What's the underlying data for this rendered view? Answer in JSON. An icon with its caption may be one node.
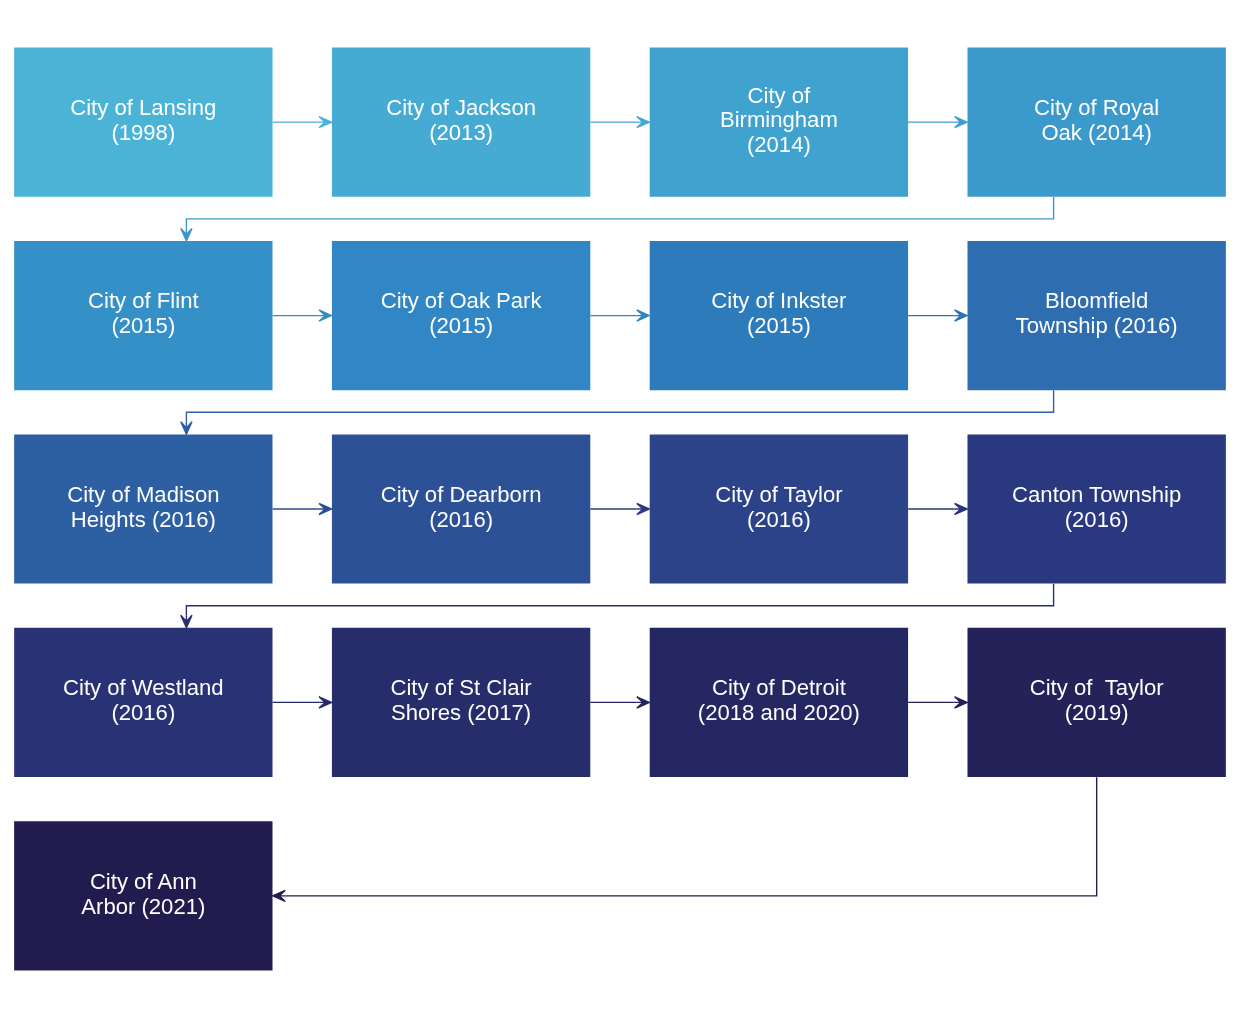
{
  "diagram": {
    "nodes": [
      {
        "text": [
          "City of Lansing (1998)"
        ]
      },
      {
        "text": [
          "City of Jackson (2013)"
        ]
      },
      {
        "text": [
          "City of Birmingham (2014)"
        ]
      },
      {
        "text": [
          "City of Royal Oak (2014)"
        ]
      },
      {
        "text": [
          "City of Flint (2015)"
        ]
      },
      {
        "text": [
          "City of Oak Park (2015)"
        ]
      },
      {
        "text": [
          "City of Inkster (2015)"
        ]
      },
      {
        "text": [
          "Bloomfield Township (2016)"
        ]
      },
      {
        "text": [
          "City of Madison Heights (2016)"
        ]
      },
      {
        "text": [
          "City of Dearborn (2016)"
        ]
      },
      {
        "text": [
          "City of Taylor (2016)"
        ]
      },
      {
        "text": [
          "Canton Township (2016)"
        ]
      },
      {
        "text": [
          "City of Westland (2016)"
        ]
      },
      {
        "text": [
          "City of St Clair Shores (2017)"
        ]
      },
      {
        "text": [
          "City of Detroit (2018 and 2020)"
        ]
      },
      {
        "text": [
          "City of  Taylor (2019)"
        ]
      },
      {
        "text": [
          "City of Ann Arbor (2021)"
        ]
      }
    ],
    "edges": [
      {
        "from": 0,
        "to": 1,
        "arrow": "to",
        "color": "#4bb3d6"
      },
      {
        "from": 1,
        "to": 2,
        "arrow": "to",
        "color": "#45a9d3"
      },
      {
        "from": 2,
        "to": 3,
        "arrow": "to",
        "color": "#3fa0cf"
      },
      {
        "from": 3,
        "to": 4,
        "arrow": "to",
        "color": "#3a96cc"
      },
      {
        "from": 4,
        "to": 5,
        "arrow": "to",
        "color": "#348dc8"
      },
      {
        "from": 5,
        "to": 6,
        "arrow": "to",
        "color": "#2f84c4"
      },
      {
        "from": 6,
        "to": 7,
        "arrow": "to",
        "color": "#2e72b5"
      },
      {
        "from": 7,
        "to": 8,
        "arrow": "to",
        "color": "#2d5fa5"
      },
      {
        "from": 8,
        "to": 9,
        "arrow": "to",
        "color": "#2c4d94"
      },
      {
        "from": 9,
        "to": 10,
        "arrow": "to",
        "color": "#2b3a82"
      },
      {
        "from": 10,
        "to": 11,
        "arrow": "to",
        "color": "#293579"
      },
      {
        "from": 11,
        "to": 12,
        "arrow": "to",
        "color": "#28306f"
      },
      {
        "from": 12,
        "to": 13,
        "arrow": "to",
        "color": "#262b66"
      },
      {
        "from": 13,
        "to": 14,
        "arrow": "to",
        "color": "#25265c"
      },
      {
        "from": 14,
        "to": 15,
        "arrow": "to",
        "color": "#232153"
      },
      {
        "from": 15,
        "to": 16,
        "arrow": "to",
        "color": "#221c4e"
      }
    ]
  }
}
